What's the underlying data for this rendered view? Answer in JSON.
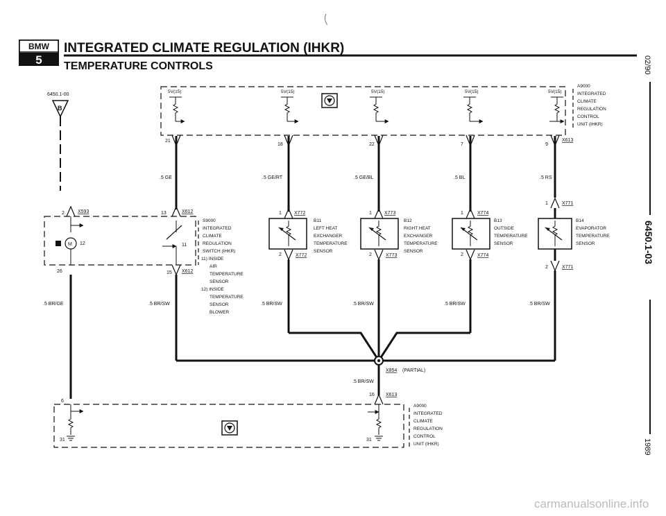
{
  "header": {
    "logo_text": "BMW",
    "logo_series": "5",
    "title": "INTEGRATED CLIMATE REGULATION (IHKR)",
    "subtitle": "TEMPERATURE CONTROLS"
  },
  "side": {
    "date": "02/90",
    "page": "6450.1-03",
    "year": "1989"
  },
  "ref": "6450.1-00",
  "ref_glyph": "B",
  "watermark": "carmanualsonline.info",
  "connectors": {
    "x593": "X593",
    "x612": "X612",
    "x772": "X772",
    "x773": "X773",
    "x774": "X774",
    "x771": "X771",
    "x613": "X613",
    "x854": "X854",
    "x854_note": "(PARTIAL)"
  },
  "pins": {
    "p2": "2",
    "p12": "12",
    "p26": "26",
    "p13": "13",
    "p11": "11",
    "p15": "15",
    "p21": "21",
    "p18": "18",
    "p22": "22",
    "p7": "7",
    "p9": "9",
    "p1": "1",
    "p6": "6",
    "p16": "16",
    "p31": "31"
  },
  "wires": {
    "gn": ".5 GE",
    "gert": ".5 GE/RT",
    "gebl": ".5 GE/BL",
    "bl": ".5 BL",
    "rs": ".5 RS",
    "brge": ".5 BR/GE",
    "brsw": ".5 BR/SW"
  },
  "supply": "5V(15)",
  "modules": {
    "a9000": [
      "A9000",
      "INTEGRATED",
      "CLIMATE",
      "REGULATION",
      "CONTROL",
      "UNIT (IHKR)"
    ],
    "a9000b": [
      "A9000",
      "INTEGRATED",
      "CLIMATE",
      "REGULATION",
      "CONTROL",
      "UNIT (IHKR)"
    ],
    "s9000": [
      "S9000",
      "INTEGRATED",
      "CLIMATE",
      "REGULATION",
      "SWITCH (IHKR)",
      "11) INSIDE",
      "AIR",
      "TEMPERATURE",
      "SENSOR",
      "12) INSIDE",
      "TEMPERATURE",
      "SENSOR",
      "BLOWER"
    ],
    "b11": [
      "B11",
      "LEFT HEAT",
      "EXCHANGER",
      "TEMPERATURE",
      "SENSOR"
    ],
    "b12": [
      "B12",
      "RIGHT HEAT",
      "EXCHANGER",
      "TEMPERATURE",
      "SENSOR"
    ],
    "b13": [
      "B13",
      "OUTSIDE",
      "TEMPERATURE",
      "SENSOR"
    ],
    "b14": [
      "B14",
      "EVAPORATOR",
      "TEMPERATURE",
      "SENSOR"
    ]
  }
}
